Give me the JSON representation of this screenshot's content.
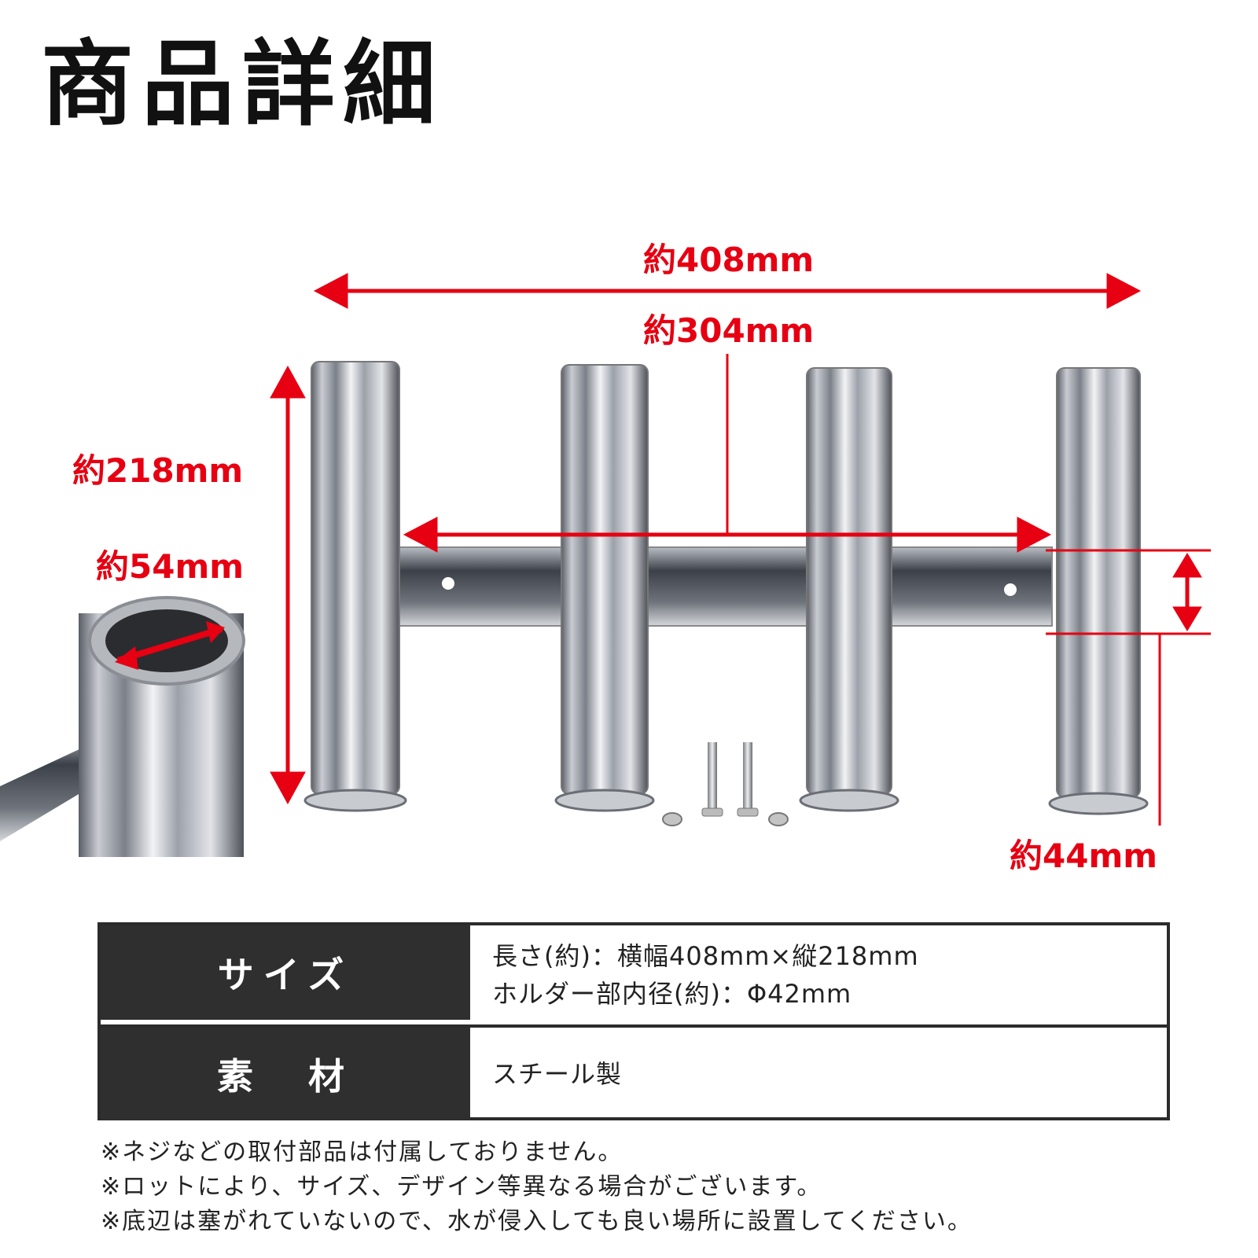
{
  "title": "商品詳細",
  "dimensions": {
    "width_total": "約408mm",
    "width_inner": "約304mm",
    "height": "約218mm",
    "inner_diameter": "約54mm",
    "bar_height": "約44mm"
  },
  "spec_table": {
    "size_label": "サイズ",
    "size_lines": [
      "長さ(約)：横幅408mm×縦218mm",
      "ホルダー部内径(約)：Φ42mm"
    ],
    "material_label": "素　材",
    "material_value": "スチール製"
  },
  "notes": [
    "※ネジなどの取付部品は付属しておりません。",
    "※ロットにより、サイズ、デザイン等異なる場合がございます。",
    "※底辺は塞がれていないので、水が侵入しても良い場所に設置してください。"
  ],
  "colors": {
    "accent": "#e60012",
    "table_head": "#2f2f2f"
  }
}
